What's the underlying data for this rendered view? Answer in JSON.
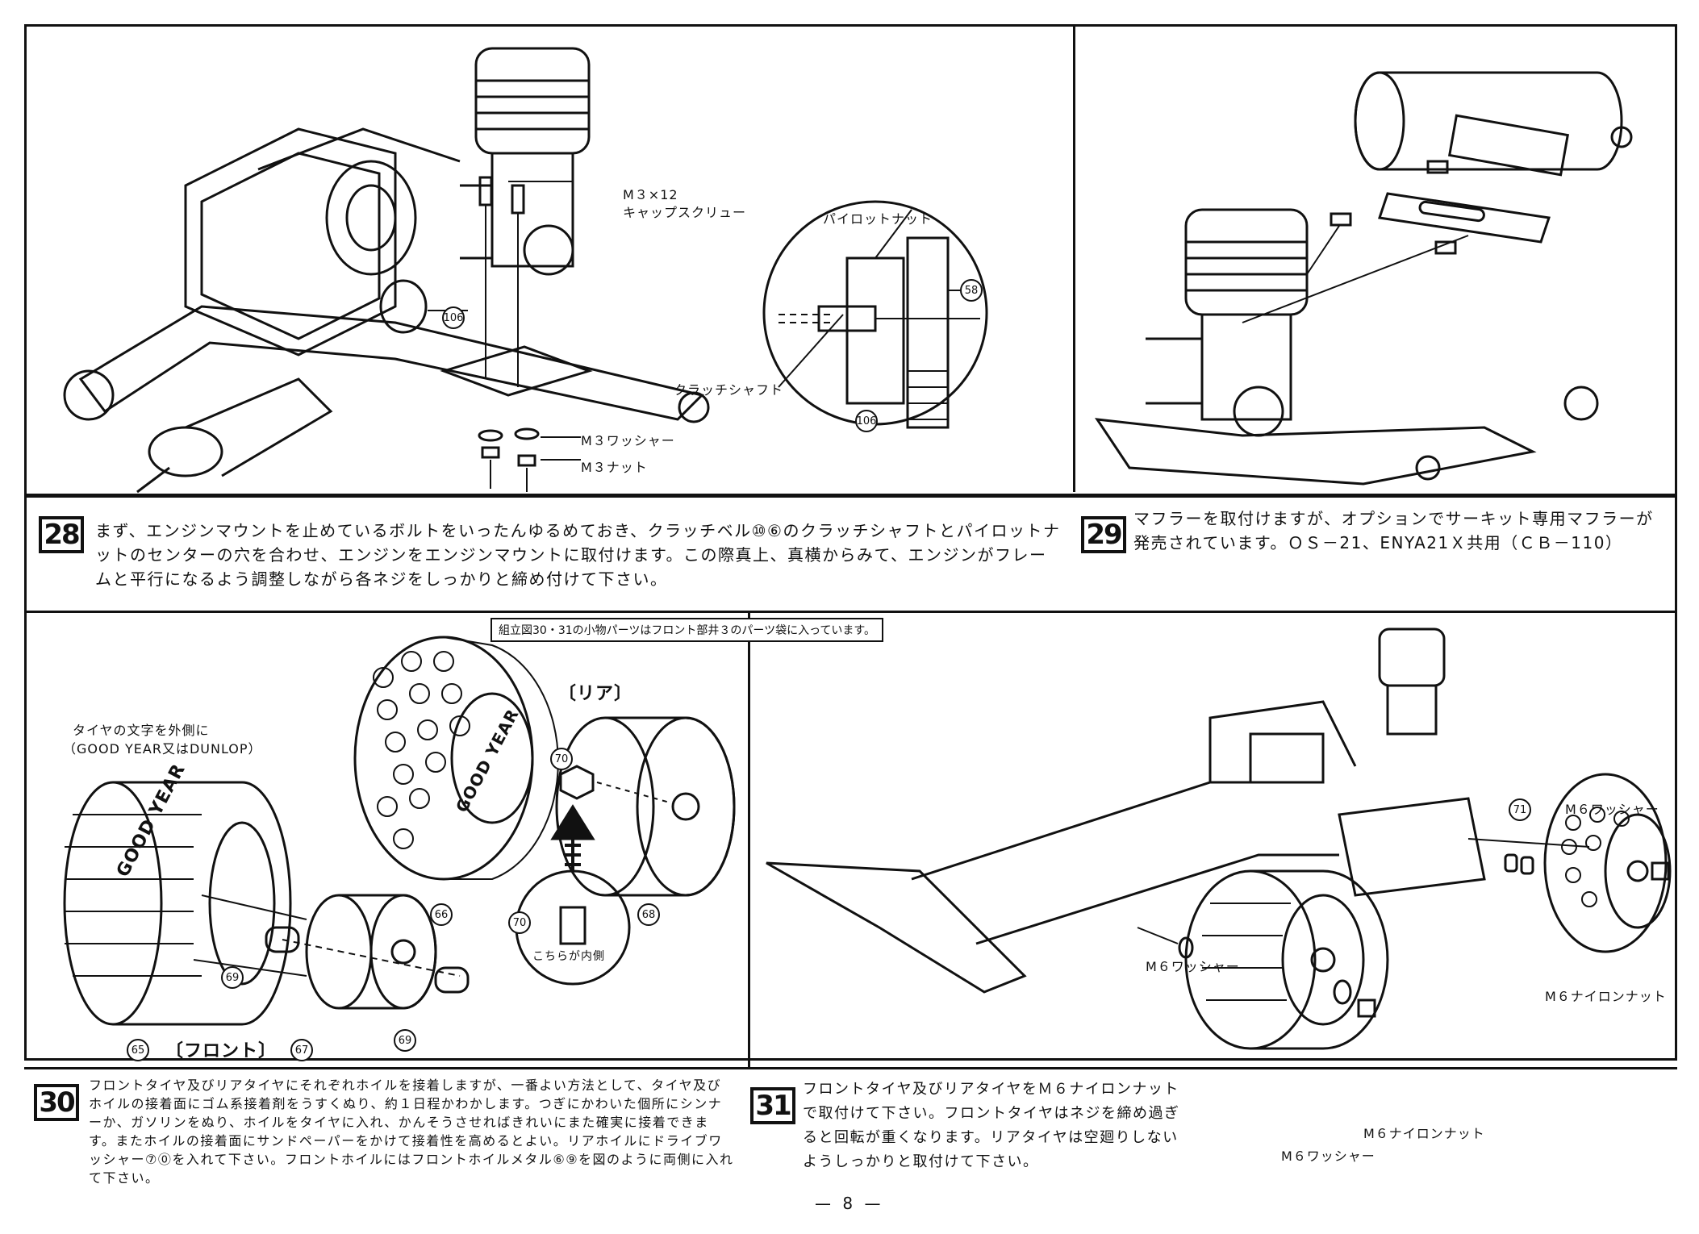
{
  "page": {
    "number": "— 8 —"
  },
  "step28": {
    "number": "28",
    "text": "まず、エンジンマウントを止めているボルトをいったんゆるめておき、クラッチベル⑩⑥のクラッチシャフトとパイロットナットのセンターの穴を合わせ、エンジンをエンジンマウントに取付けます。この際真上、真横からみて、エンジンがフレームと平行になるよう調整しながら各ネジをしっかりと締め付けて下さい。",
    "labels": {
      "capscrew_size": "M３×12",
      "capscrew_name": "キャップスクリュー",
      "pilot_nut": "パイロットナット",
      "clutch_shaft": "クラッチシャフト",
      "washer": "M３ワッシャー",
      "nut": "M３ナット",
      "part_106": "106",
      "part_58": "58"
    }
  },
  "step29": {
    "number": "29",
    "text": "マフラーを取付けますが、オプションでサーキット専用マフラーが発売されています。ＯＳ－21、ENYA21Ｘ共用（ＣＢ－110）"
  },
  "note": {
    "text": "組立図30・31の小物パーツはフロント部井３のパーツ袋に入っています。"
  },
  "step30": {
    "number": "30",
    "text": "フロントタイヤ及びリアタイヤにそれぞれホイルを接着しますが、一番よい方法として、タイヤ及びホイルの接着面にゴム系接着剤をうすくぬり、約１日程かわかします。つぎにかわいた個所にシンナーか、ガソリンをぬり、ホイルをタイヤに入れ、かんそうさせればきれいにまた確実に接着できます。またホイルの接着面にサンドペーパーをかけて接着性を高めるとよい。リアホイルにドライブワッシャー⑦⓪を入れて下さい。フロントホイルにはフロントホイルメタル⑥⑨を図のように両側に入れて下さい。",
    "labels": {
      "tire_note_1": "タイヤの文字を外側に",
      "tire_note_2": "（GOOD YEAR又はDUNLOP）",
      "rear": "〔リア〕",
      "front": "〔フロント〕",
      "inside": "こちらが内側",
      "brand": "GOOD YEAR",
      "p65": "65",
      "p66": "66",
      "p67": "67",
      "p68": "68",
      "p69": "69",
      "p70": "70"
    }
  },
  "step31": {
    "number": "31",
    "text": "フロントタイヤ及びリアタイヤをＭ６ナイロンナットで取付けて下さい。フロントタイヤはネジを締め過ぎると回転が重くなります。リアタイヤは空廻りしないようしっかりと取付けて下さい。",
    "labels": {
      "m6_washer": "M６ワッシャー",
      "m6_nylon_nut": "M６ナイロンナット",
      "p71": "71"
    }
  }
}
